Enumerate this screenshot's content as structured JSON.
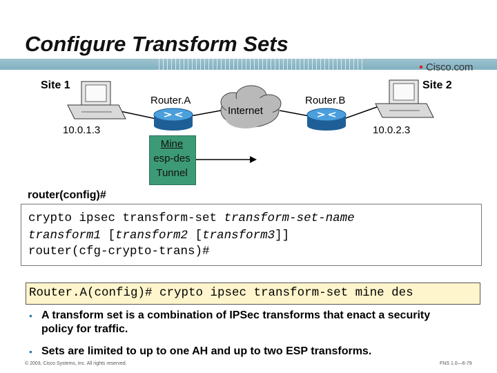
{
  "slide": {
    "title": "Configure Transform Sets",
    "brand": "Cisco.com"
  },
  "diagram": {
    "site1_label": "Site 1",
    "site2_label": "Site 2",
    "router_a_label": "Router.A",
    "router_b_label": "Router.B",
    "internet_label": "Internet",
    "ip_left": "10.0.1.3",
    "ip_right": "10.0.2.3",
    "policy_box": {
      "name": "Mine",
      "line2": "esp-des",
      "line3": "Tunnel"
    }
  },
  "cli": {
    "prompt": "router(config)#",
    "syntax_line1_cmd": "crypto ipsec transform-set ",
    "syntax_line1_arg": "transform-set-name",
    "syntax_line2_a": "transform1",
    "syntax_line2_b": " [",
    "syntax_line2_c": "transform2",
    "syntax_line2_d": " [",
    "syntax_line2_e": "transform3",
    "syntax_line2_f": "]]",
    "syntax_line3": "router(cfg-crypto-trans)#",
    "example": "Router.A(config)# crypto ipsec transform-set mine des"
  },
  "bullets": [
    "A transform set is a combination of IPSec transforms that enact a security policy for traffic.",
    "Sets are limited to up to one AH and up to two ESP transforms."
  ],
  "bullet_marker": "•",
  "footer": {
    "left": "© 2003, Cisco Systems, Inc. All rights reserved.",
    "right": "FNS 1.0—6-79"
  },
  "colors": {
    "header_band": "#8fbccb",
    "policy_box": "#3d9a76",
    "router_blue": "#2f86c5",
    "cloud": "#b9b9b9",
    "example_bg": "#fff5cc",
    "bullet": "#2e7ea4"
  }
}
